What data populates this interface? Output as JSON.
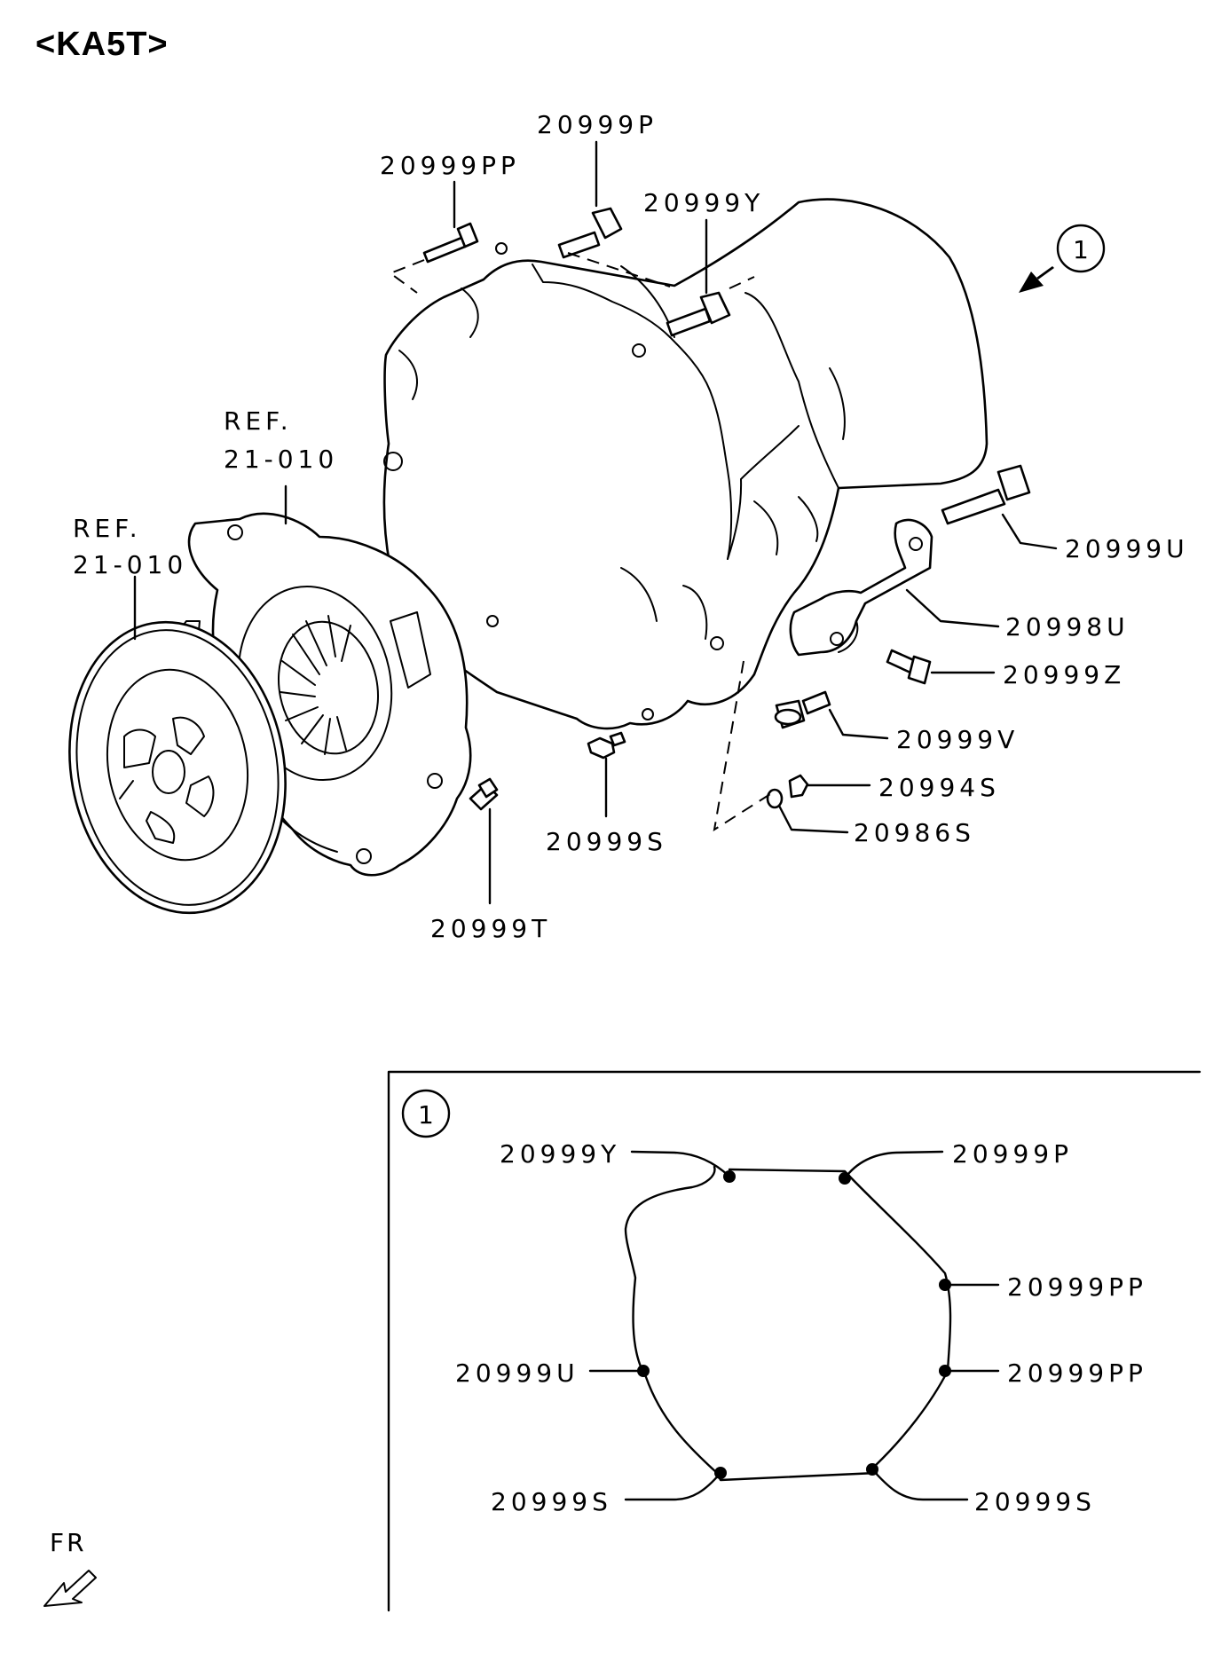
{
  "title": "<KA5T>",
  "orientation_label": "FR",
  "ref_labels": [
    {
      "line1": "REF.",
      "line2": "21-010"
    },
    {
      "line1": "REF.",
      "line2": "21-010"
    }
  ],
  "callout": "1",
  "main_parts": {
    "p20999P": "20999P",
    "p20999PP": "20999PP",
    "p20999Y": "20999Y",
    "p20999U": "20999U",
    "p20998U": "20998U",
    "p20999Z": "20999Z",
    "p20999V": "20999V",
    "p20994S": "20994S",
    "p20986S": "20986S",
    "p20999S": "20999S",
    "p20999T": "20999T"
  },
  "inset": {
    "callout": "1",
    "bolts": {
      "top_left": "20999Y",
      "top_right": "20999P",
      "right_upper": "20999PP",
      "right_lower": "20999PP",
      "left": "20999U",
      "bottom_left": "20999S",
      "bottom_right": "20999S"
    }
  },
  "colors": {
    "ink": "#000000",
    "background": "#ffffff"
  }
}
